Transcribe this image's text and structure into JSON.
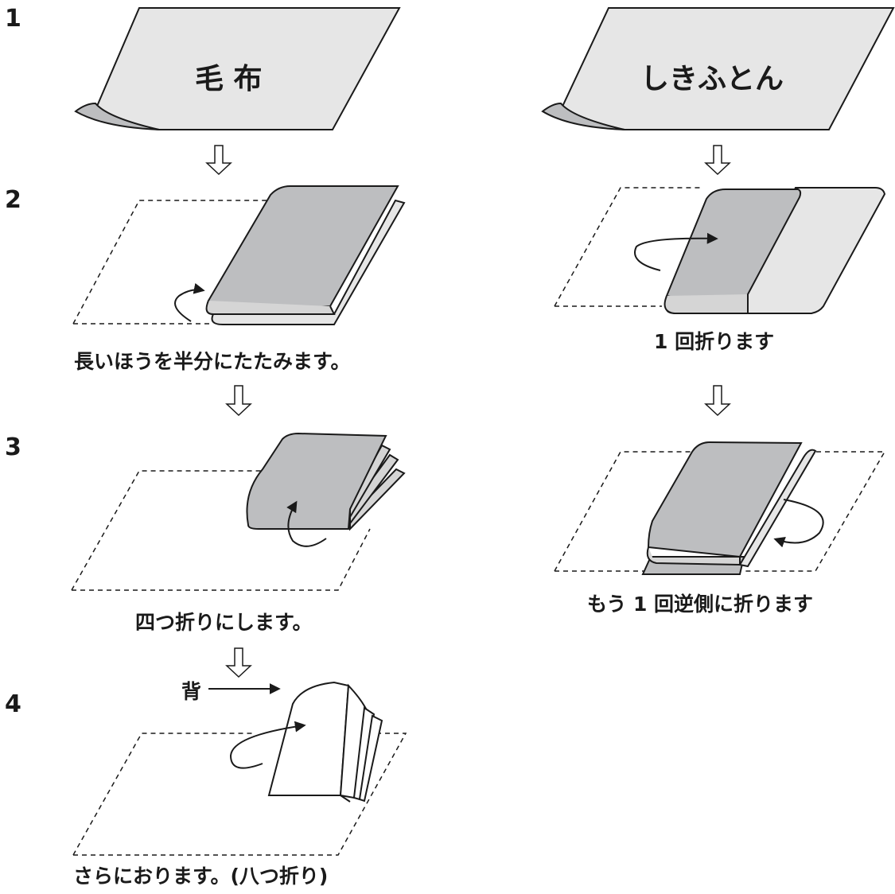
{
  "left_column": {
    "steps": [
      "1",
      "2",
      "3",
      "4"
    ],
    "title": "毛 布",
    "captions": [
      "長いほうを半分にたたみます。",
      "四つ折りにします。",
      "さらにおります。(八つ折り)"
    ],
    "spine_label": "背"
  },
  "right_column": {
    "title": "しきふとん",
    "captions": [
      "1 回折ります",
      "もう 1 回逆側に折ります"
    ]
  },
  "colors": {
    "outline": "#1a1a1a",
    "sheet_light": "#e6e6e6",
    "fold_dark": "#bdbec0",
    "fold_edge": "#d5d5d5",
    "background": "#ffffff"
  }
}
